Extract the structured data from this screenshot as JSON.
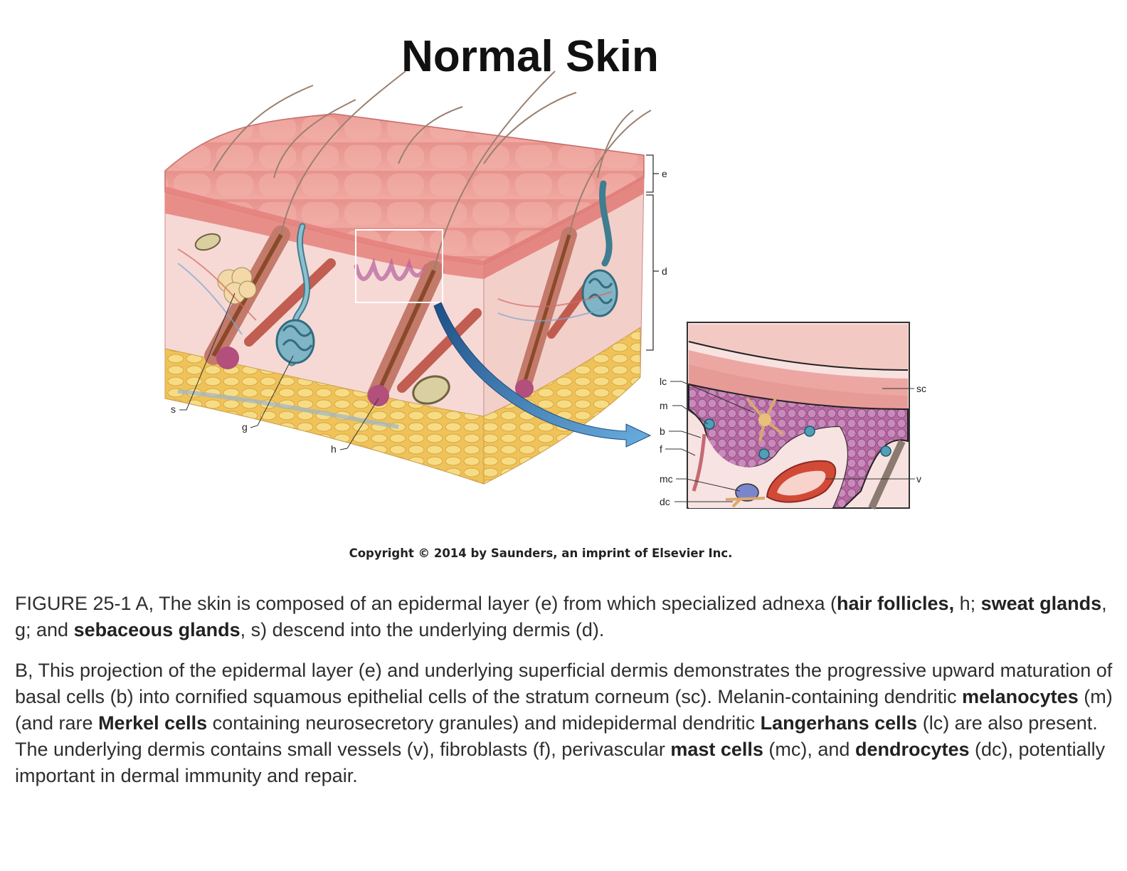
{
  "title": "Normal Skin",
  "copyright": "Copyright ©  2014 by Saunders, an imprint of Elsevier Inc.",
  "labels": {
    "e": "e",
    "d": "d",
    "s": "s",
    "g": "g",
    "h": "h",
    "lc": "lc",
    "m": "m",
    "b": "b",
    "f": "f",
    "mc": "mc",
    "dc": "dc",
    "sc": "sc",
    "v": "v"
  },
  "caption_a": {
    "p1": "FIGURE 25-1 A, The skin is composed of an epidermal layer (e) from which specialized adnexa (",
    "b1": "hair follicles,",
    "p2": " h; ",
    "b2": "sweat glands",
    "p3": ", g; and ",
    "b3": "sebaceous glands",
    "p4": ", s) descend into the underlying dermis (d)."
  },
  "caption_b": {
    "p1": "B, This projection of the epidermal layer (e) and underlying superficial dermis demonstrates the progressive upward maturation of basal cells (b) into cornified squamous epithelial cells of the stratum corneum (sc). Melanin-containing dendritic ",
    "b1": "melanocytes",
    "p2": " (m) (and rare ",
    "b2": "Merkel cells",
    "p3": " containing neurosecretory granules) and midepidermal dendritic ",
    "b3": "Langerhans cells",
    "p4": " (lc) are also present. The underlying dermis contains small vessels (v), fibroblasts (f), perivascular ",
    "b4": "mast cells",
    "p5": " (mc), and ",
    "b5": "dendrocytes",
    "p6": " (dc), potentially important in dermal immunity and repair."
  },
  "colors": {
    "epidermis": "#e98a86",
    "dermis": "#f5d6d2",
    "fat": "#f2cf6b",
    "gland": "#6aa3b3",
    "arrow": "#3f86c6",
    "text": "#2e2e2e"
  }
}
